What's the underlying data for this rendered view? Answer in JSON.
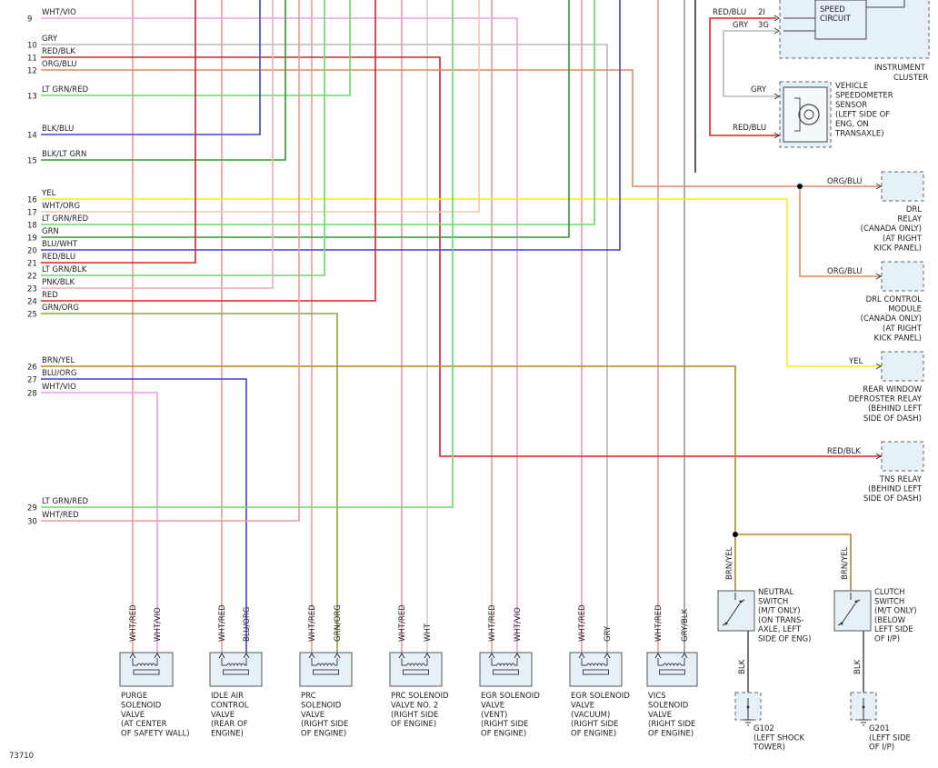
{
  "diagram_id": "73710",
  "pins": [
    {
      "num": "9",
      "color": "WHT/VIO"
    },
    {
      "num": "10",
      "color": "GRY"
    },
    {
      "num": "11",
      "color": "RED/BLK"
    },
    {
      "num": "12",
      "color": "ORG/BLU"
    },
    {
      "num": "13",
      "color": "LT GRN/RED"
    },
    {
      "num": "14",
      "color": "BLK/BLU"
    },
    {
      "num": "15",
      "color": "BLK/LT GRN"
    },
    {
      "num": "16",
      "color": "YEL"
    },
    {
      "num": "17",
      "color": "WHT/ORG"
    },
    {
      "num": "18",
      "color": "LT GRN/RED"
    },
    {
      "num": "19",
      "color": "GRN"
    },
    {
      "num": "20",
      "color": "BLU/WHT"
    },
    {
      "num": "21",
      "color": "RED/BLU"
    },
    {
      "num": "22",
      "color": "LT GRN/BLK"
    },
    {
      "num": "23",
      "color": "PNK/BLK"
    },
    {
      "num": "24",
      "color": "RED"
    },
    {
      "num": "25",
      "color": "GRN/ORG"
    },
    {
      "num": "26",
      "color": "BRN/YEL"
    },
    {
      "num": "27",
      "color": "BLU/ORG"
    },
    {
      "num": "28",
      "color": "WHT/VIO"
    },
    {
      "num": "29",
      "color": "LT GRN/RED"
    },
    {
      "num": "30",
      "color": "WHT/RED"
    }
  ],
  "cluster": {
    "speed_circuit": [
      "SPEED",
      "CIRCUIT"
    ],
    "label": [
      "INSTRUMENT",
      "CLUSTER"
    ],
    "pin_2i": "2I",
    "pin_3g": "3G",
    "wire_red_blu": "RED/BLU",
    "wire_gry": "GRY"
  },
  "speed_sensor": {
    "label": [
      "VEHICLE",
      "SPEEDOMETER",
      "SENSOR",
      "(LEFT SIDE OF",
      "ENG, ON",
      "TRANSAXLE)"
    ],
    "wire_gry": "GRY",
    "wire_red_blu": "RED/BLU"
  },
  "right_components": [
    {
      "wire": "ORG/BLU",
      "label": [
        "DRL",
        "RELAY",
        "(CANADA ONLY)",
        "(AT RIGHT",
        "KICK PANEL)"
      ]
    },
    {
      "wire": "ORG/BLU",
      "label": [
        "DRL CONTROL",
        "MODULE",
        "(CANADA ONLY)",
        "(AT RIGHT",
        "KICK PANEL)"
      ]
    },
    {
      "wire": "YEL",
      "label": [
        "REAR WINDOW",
        "DEFROSTER RELAY",
        "(BEHIND LEFT",
        "SIDE OF DASH)"
      ]
    },
    {
      "wire": "RED/BLK",
      "label": [
        "TNS RELAY",
        "(BEHIND LEFT",
        "SIDE OF DASH)"
      ]
    }
  ],
  "valves": [
    {
      "w1": "WHT/RED",
      "w2": "WHT/VIO",
      "label": [
        "PURGE",
        "SOLENOID",
        "VALVE",
        "(AT CENTER",
        "OF SAFETY WALL)"
      ]
    },
    {
      "w1": "WHT/RED",
      "w2": "BLU/ORG",
      "label": [
        "IDLE AIR",
        "CONTROL",
        "VALVE",
        "(REAR OF",
        "ENGINE)"
      ]
    },
    {
      "w1": "WHT/RED",
      "w2": "GRN/ORG",
      "label": [
        "PRC",
        "SOLENOID",
        "VALVE",
        "(RIGHT SIDE",
        "OF ENGINE)"
      ]
    },
    {
      "w1": "WHT/RED",
      "w2": "WHT",
      "label": [
        "PRC SOLENOID",
        "VALVE NO. 2",
        "(RIGHT SIDE",
        "OF ENGINE)"
      ]
    },
    {
      "w1": "WHT/RED",
      "w2": "WHT/VIO",
      "label": [
        "EGR SOLENOID",
        "VALVE",
        "(VENT)",
        "(RIGHT SIDE",
        "OF ENGINE)"
      ]
    },
    {
      "w1": "WHT/RED",
      "w2": "GRY",
      "label": [
        "EGR SOLENOID",
        "VALVE",
        "(VACUUM)",
        "(RIGHT SIDE",
        "OF ENGINE)"
      ]
    },
    {
      "w1": "WHT/RED",
      "w2": "GRY/BLK",
      "label": [
        "VICS",
        "SOLENOID",
        "VALVE",
        "(RIGHT SIDE",
        "OF ENGINE)"
      ]
    }
  ],
  "switches": [
    {
      "wire_top": "BRN/YEL",
      "wire_bot": "BLK",
      "label": [
        "NEUTRAL",
        "SWITCH",
        "(M/T ONLY)",
        "(ON TRANS-",
        "AXLE, LEFT",
        "SIDE OF ENG)"
      ],
      "ground": [
        "G102",
        "(LEFT SHOCK",
        "TOWER)"
      ]
    },
    {
      "wire_top": "BRN/YEL",
      "wire_bot": "BLK",
      "label": [
        "CLUTCH",
        "SWITCH",
        "(M/T ONLY)",
        "(BELOW",
        "LEFT SIDE",
        "OF I/P)"
      ],
      "ground": [
        "G201",
        "(LEFT SIDE",
        "OF I/P)"
      ]
    }
  ],
  "colors": {
    "wht_red": "#ee9a9a",
    "wht_vio": "#ee9cee",
    "gry": "#b8b8b8",
    "red": "#dd2222",
    "org": "#e48a60",
    "lt_grn": "#66dd66",
    "blu": "#4444cc",
    "grn": "#339933",
    "yel": "#f0f020",
    "wht_org": "#f4c8a8",
    "pnk": "#f4a8b8",
    "brn": "#b8862a",
    "grn_org": "#88aa30",
    "gry_blk": "#999999",
    "blk": "#555555"
  }
}
